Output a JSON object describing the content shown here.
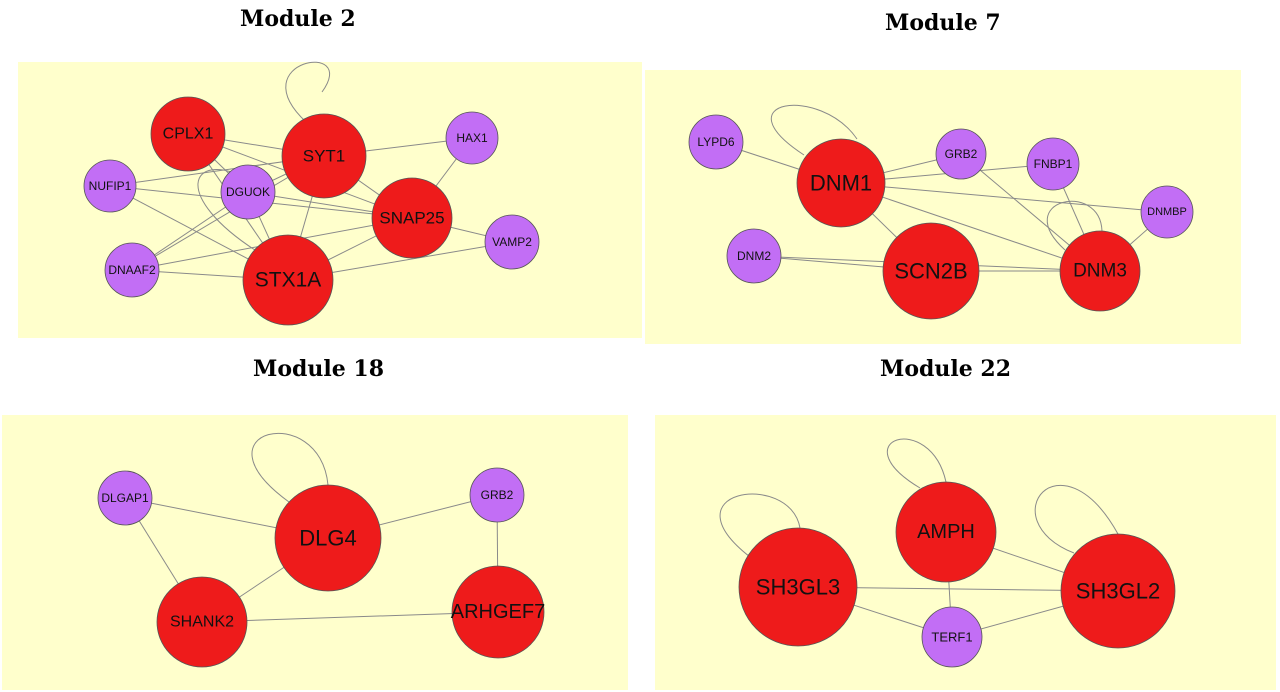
{
  "modules": [
    {
      "title": "Module 2",
      "nodes": [
        {
          "id": "CPLX1",
          "label": "CPLX1",
          "kind": "hub"
        },
        {
          "id": "SYT1",
          "label": "SYT1",
          "kind": "hub"
        },
        {
          "id": "SNAP25",
          "label": "SNAP25",
          "kind": "hub"
        },
        {
          "id": "STX1A",
          "label": "STX1A",
          "kind": "hub"
        },
        {
          "id": "HAX1",
          "label": "HAX1",
          "kind": "sub"
        },
        {
          "id": "NUFIP1",
          "label": "NUFIP1",
          "kind": "sub"
        },
        {
          "id": "DGUOK",
          "label": "DGUOK",
          "kind": "sub"
        },
        {
          "id": "DNAAF2",
          "label": "DNAAF2",
          "kind": "sub"
        },
        {
          "id": "VAMP2",
          "label": "VAMP2",
          "kind": "sub"
        }
      ],
      "edges": [
        [
          "CPLX1",
          "SYT1"
        ],
        [
          "CPLX1",
          "SNAP25"
        ],
        [
          "CPLX1",
          "STX1A"
        ],
        [
          "CPLX1",
          "DGUOK"
        ],
        [
          "SYT1",
          "SNAP25"
        ],
        [
          "SYT1",
          "STX1A"
        ],
        [
          "SYT1",
          "DGUOK"
        ],
        [
          "SYT1",
          "NUFIP1"
        ],
        [
          "SYT1",
          "HAX1"
        ],
        [
          "SYT1",
          "DNAAF2"
        ],
        [
          "SNAP25",
          "STX1A"
        ],
        [
          "SNAP25",
          "HAX1"
        ],
        [
          "SNAP25",
          "NUFIP1"
        ],
        [
          "SNAP25",
          "DGUOK"
        ],
        [
          "SNAP25",
          "VAMP2"
        ],
        [
          "SNAP25",
          "DNAAF2"
        ],
        [
          "STX1A",
          "NUFIP1"
        ],
        [
          "STX1A",
          "DGUOK"
        ],
        [
          "STX1A",
          "DNAAF2"
        ],
        [
          "STX1A",
          "VAMP2"
        ],
        [
          "DGUOK",
          "DNAAF2"
        ]
      ],
      "self_loops": [
        "SYT1",
        "STX1A"
      ]
    },
    {
      "title": "Module 7",
      "nodes": [
        {
          "id": "LYPD6",
          "label": "LYPD6",
          "kind": "sub"
        },
        {
          "id": "DNM1",
          "label": "DNM1",
          "kind": "hub"
        },
        {
          "id": "GRB2",
          "label": "GRB2",
          "kind": "sub"
        },
        {
          "id": "FNBP1",
          "label": "FNBP1",
          "kind": "sub"
        },
        {
          "id": "DNMBP",
          "label": "DNMBP",
          "kind": "sub"
        },
        {
          "id": "DNM2",
          "label": "DNM2",
          "kind": "sub"
        },
        {
          "id": "SCN2B",
          "label": "SCN2B",
          "kind": "hub"
        },
        {
          "id": "DNM3",
          "label": "DNM3",
          "kind": "hub"
        }
      ],
      "edges": [
        [
          "LYPD6",
          "DNM1"
        ],
        [
          "DNM1",
          "GRB2"
        ],
        [
          "DNM1",
          "FNBP1"
        ],
        [
          "DNM1",
          "DNMBP"
        ],
        [
          "DNM1",
          "SCN2B"
        ],
        [
          "DNM1",
          "DNM3"
        ],
        [
          "GRB2",
          "DNM3"
        ],
        [
          "FNBP1",
          "DNM3"
        ],
        [
          "DNMBP",
          "DNM3"
        ],
        [
          "DNM2",
          "SCN2B"
        ],
        [
          "DNM2",
          "DNM3"
        ],
        [
          "SCN2B",
          "DNM3"
        ]
      ],
      "self_loops": [
        "DNM1",
        "DNM3"
      ]
    },
    {
      "title": "Module 18",
      "nodes": [
        {
          "id": "DLGAP1",
          "label": "DLGAP1",
          "kind": "sub"
        },
        {
          "id": "DLG4",
          "label": "DLG4",
          "kind": "hub"
        },
        {
          "id": "GRB2",
          "label": "GRB2",
          "kind": "sub"
        },
        {
          "id": "SHANK2",
          "label": "SHANK2",
          "kind": "hub"
        },
        {
          "id": "ARHGEF7",
          "label": "ARHGEF7",
          "kind": "hub"
        }
      ],
      "edges": [
        [
          "DLGAP1",
          "DLG4"
        ],
        [
          "DLGAP1",
          "SHANK2"
        ],
        [
          "DLG4",
          "GRB2"
        ],
        [
          "DLG4",
          "SHANK2"
        ],
        [
          "GRB2",
          "ARHGEF7"
        ],
        [
          "SHANK2",
          "ARHGEF7"
        ]
      ],
      "self_loops": [
        "DLG4"
      ]
    },
    {
      "title": "Module 22",
      "nodes": [
        {
          "id": "AMPH",
          "label": "AMPH",
          "kind": "hub"
        },
        {
          "id": "SH3GL3",
          "label": "SH3GL3",
          "kind": "hub"
        },
        {
          "id": "SH3GL2",
          "label": "SH3GL2",
          "kind": "hub"
        },
        {
          "id": "TERF1",
          "label": "TERF1",
          "kind": "sub"
        }
      ],
      "edges": [
        [
          "SH3GL3",
          "SH3GL2"
        ],
        [
          "AMPH",
          "SH3GL2"
        ],
        [
          "AMPH",
          "TERF1"
        ],
        [
          "SH3GL3",
          "TERF1"
        ],
        [
          "SH3GL2",
          "TERF1"
        ]
      ],
      "self_loops": [
        "SH3GL3",
        "AMPH",
        "SH3GL2"
      ]
    }
  ],
  "colors": {
    "panel_background": "#ffffcc",
    "hub_node": "#ee1b1b",
    "sub_node": "#c26ef5",
    "edge": "#8a8a8a"
  }
}
